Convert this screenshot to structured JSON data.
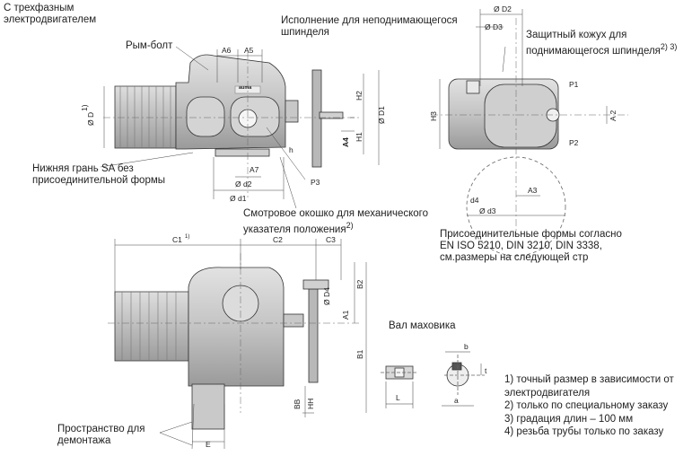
{
  "labels": {
    "motor": [
      "С трехфазным",
      "электродвигателем"
    ],
    "eyebolt": "Рым-болт",
    "non_rising": [
      "Исполнение для неподнимающегося",
      "шпинделя"
    ],
    "cover": [
      "Защитный кожух для",
      "поднимающегося шпинделя"
    ],
    "cover_sup": "2) 3)",
    "bottom_face": [
      "Нижняя грань SA без",
      "присоединительной формы"
    ],
    "window": [
      "Смотровое окошко для механического",
      "указателя положения"
    ],
    "window_sup": "2)",
    "flanges": [
      "Присоединительные формы согласно",
      "EN ISO 5210, DIN 3210, DIN 3338,",
      "см.размеры на следующей стр"
    ],
    "handwheel_shaft": "Вал маховика",
    "dismount": [
      "Пространство для",
      "демонтажа"
    ],
    "brand": "auma"
  },
  "dims": {
    "A6": "A6",
    "A5": "A5",
    "H2": "H2",
    "H1": "H1",
    "A4": "A4",
    "D1": "Ø D1",
    "D": "Ø D",
    "D_sup": "1)",
    "A7": "A7",
    "d2": "Ø d2",
    "d1": "Ø d1",
    "h": "h",
    "P3": "P3",
    "D2": "Ø D2",
    "D3": "Ø D3",
    "P1": "P1",
    "P2": "P2",
    "A2": "A 2",
    "H3": "H3",
    "A3": "A3",
    "d4": "d4",
    "d3": "Ø d3",
    "C1": "C1",
    "C1_sup": "1)",
    "C2": "C2",
    "C3": "C3",
    "D4": "Ø D4",
    "B2": "B2",
    "A1": "A1",
    "B1": "B1",
    "BB": "BB",
    "HH": "HH",
    "E": "E",
    "L": "L",
    "b": "b",
    "t": "t",
    "a": "a"
  },
  "notes": [
    "1)  точный размер в зависимости от",
    "     электродвигателя",
    "2)  только по специальному заказу",
    "3)  градация длин – 100 мм",
    "4)  резьба трубы только по заказу"
  ]
}
